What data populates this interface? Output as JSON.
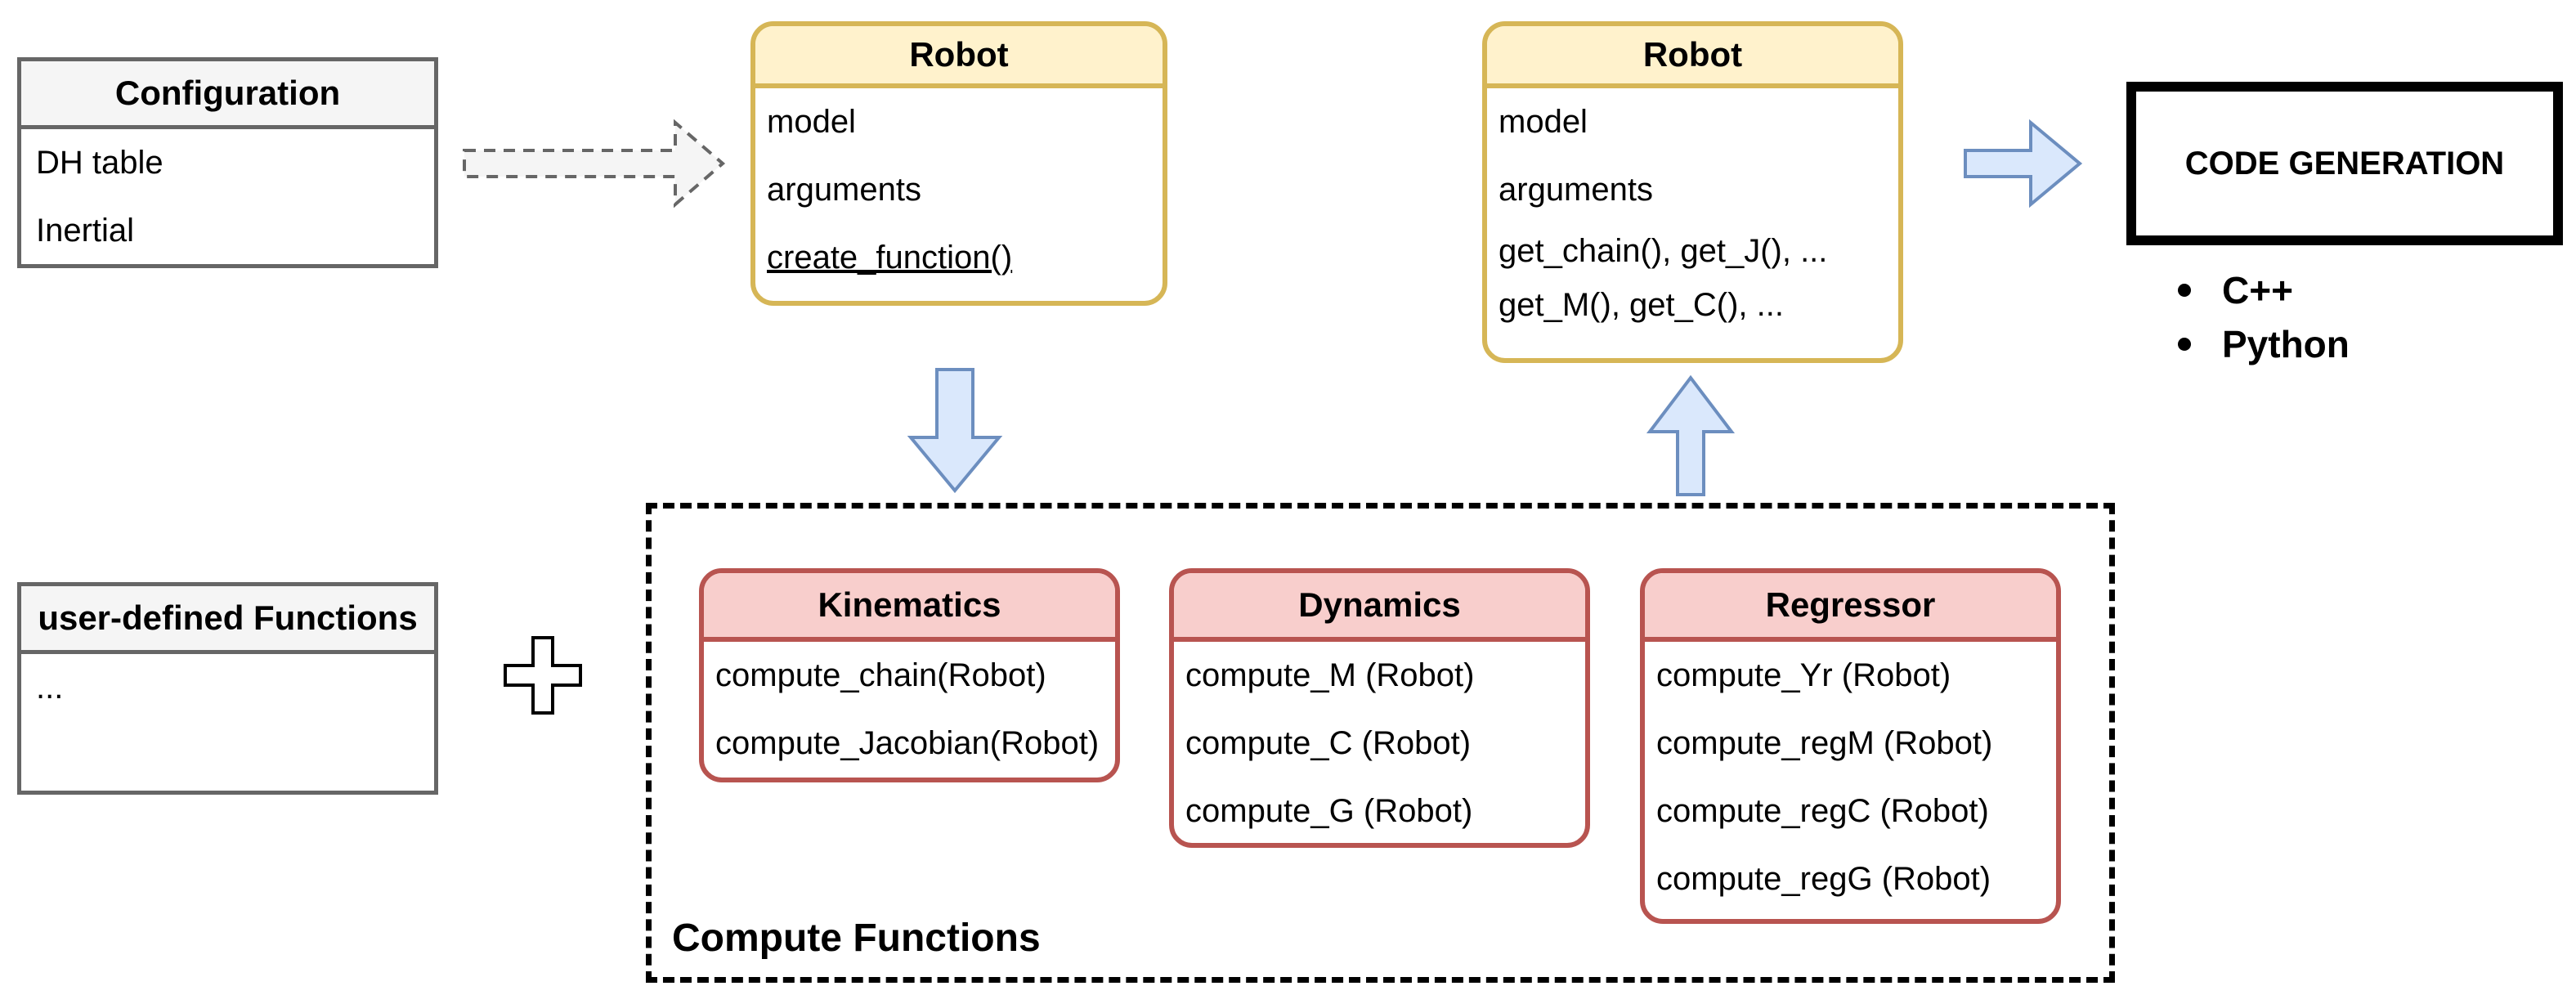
{
  "config_box": {
    "title": "Configuration",
    "rows": [
      "DH table",
      "Inertial"
    ]
  },
  "robot_input": {
    "title": "Robot",
    "rows": [
      "model",
      "arguments",
      "create_function()"
    ]
  },
  "robot_output": {
    "title": "Robot",
    "rows": [
      "model",
      "arguments",
      "get_chain(), get_J(), ...",
      "get_M(), get_C(), ..."
    ]
  },
  "user_functions": {
    "title": "user-defined Functions",
    "rows": [
      "..."
    ]
  },
  "compute_group": {
    "label": "Compute Functions",
    "kinematics": {
      "title": "Kinematics",
      "rows": [
        "compute_chain(Robot)",
        "compute_Jacobian(Robot)"
      ]
    },
    "dynamics": {
      "title": "Dynamics",
      "rows": [
        "compute_M (Robot)",
        "compute_C (Robot)",
        "compute_G (Robot)"
      ]
    },
    "regressor": {
      "title": "Regressor",
      "rows": [
        "compute_Yr (Robot)",
        "compute_regM (Robot)",
        "compute_regC (Robot)",
        "compute_regG (Robot)"
      ]
    }
  },
  "code_generation": {
    "title": "CODE GENERATION",
    "languages": [
      "C++",
      "Python"
    ]
  },
  "colors": {
    "robot_fill": "#fff2cc",
    "robot_stroke": "#d6b656",
    "function_fill": "#f8cecc",
    "function_stroke": "#b85450",
    "arrow_fill": "#dae8fc",
    "arrow_stroke": "#6c8ebf",
    "config_stroke": "#666666"
  }
}
